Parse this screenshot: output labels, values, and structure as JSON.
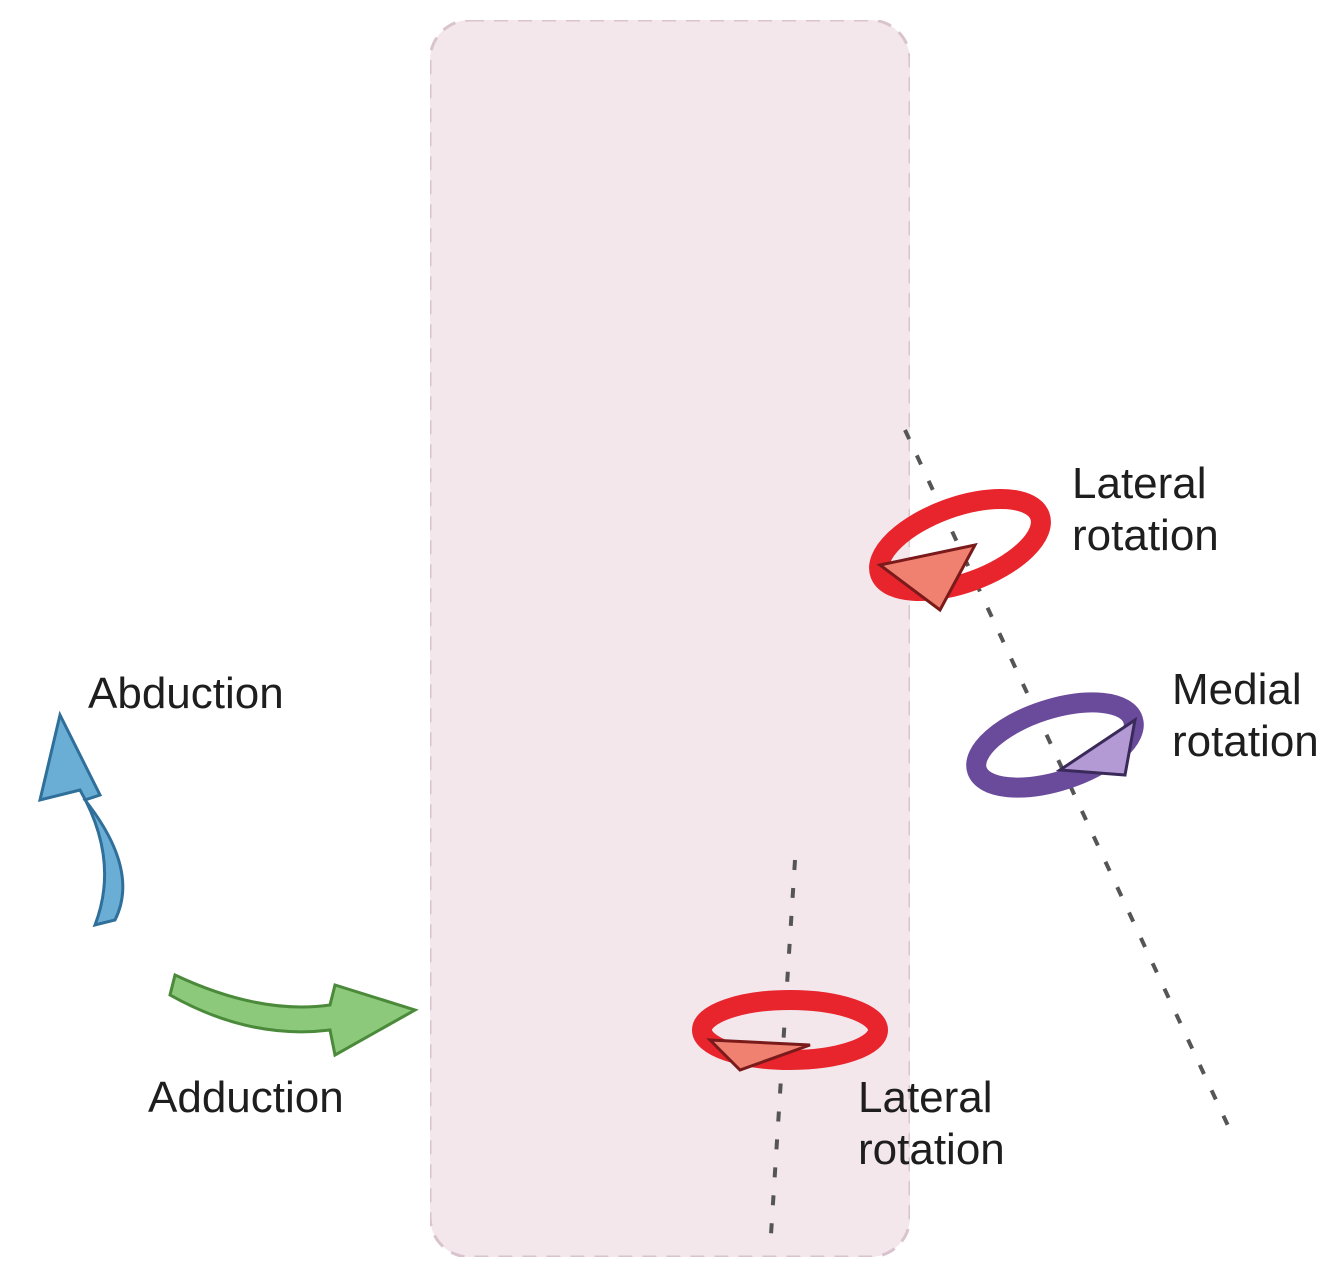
{
  "labels": {
    "abduction": "Abduction",
    "adduction": "Adduction",
    "arm_lateral": [
      "Lateral",
      "rotation"
    ],
    "arm_medial": [
      "Medial",
      "rotation"
    ],
    "leg_lateral": [
      "Lateral",
      "rotation"
    ]
  },
  "colors": {
    "abduction_arrow": "#6aaed6",
    "adduction_arrow": "#8cc97a",
    "lateral_ring": "#e8242c",
    "lateral_head": "#f08070",
    "medial_ring": "#6a4a9a",
    "medial_head": "#b49ad4",
    "axis_line": "#555555",
    "figure_placeholder": "#f3e7ec"
  }
}
